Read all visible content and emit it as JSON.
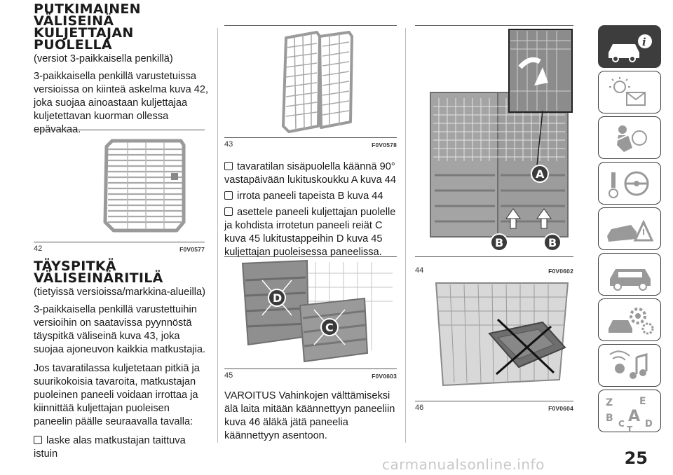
{
  "col1": {
    "heading": "PUTKIMAINEN VÄLISEINÄ KULJETTAJAN PUOLELLA",
    "subtitle": "(versiot 3-paikkaisella penkillä)",
    "para1": "3-paikkaisella penkillä varustetuissa versioissa on kiinteä askelma kuva 42, joka suojaa ainoastaan kuljettajaa kuljetettavan kuorman ollessa epävakaa.",
    "fig42": {
      "num": "42",
      "code": "F0V0577"
    },
    "heading2": "TÄYSPITKÄ VÄLISEINÄRITILÄ",
    "subtitle2": "(tietyissä versioissa/markkina-alueilla)",
    "para2": "3-paikkaisella penkillä varustettuihin versioihin on saatavissa pyynnöstä täyspitkä väliseinä kuva 43, joka suojaa ajoneuvon kaikkia matkustajia.",
    "para3": "Jos tavaratilassa kuljetetaan pitkiä ja suurikokoisia tavaroita, matkustajan puoleinen paneeli voidaan irrottaa ja kiinnittää kuljettajan puoleisen paneelin päälle seuraavalla tavalla:",
    "bullet1": "laske alas matkustajan taittuva istuin"
  },
  "col2": {
    "fig43": {
      "num": "43",
      "code": "F0V0578"
    },
    "bullet2": "tavaratilan sisäpuolella käännä 90° vastapäivään lukituskoukku A kuva 44",
    "bullet3": "irrota paneeli tapeista B kuva 44",
    "bullet4": "asettele paneeli kuljettajan puolelle ja kohdista irrotetun paneeli reiät C kuva 45 lukitustappeihin D kuva 45 kuljettajan puoleisessa paneelissa.",
    "fig45": {
      "num": "45",
      "code": "F0V0603",
      "label_d": "D",
      "label_c": "C"
    },
    "warning": "VAROITUS Vahinkojen välttämiseksi älä laita mitään käännettyyn paneeliin kuva 46 äläkä jätä paneelia käännettyyn asentoon."
  },
  "col3": {
    "fig44": {
      "num": "44",
      "code": "F0V0602",
      "label_a": "A",
      "label_b1": "B",
      "label_b2": "B"
    },
    "fig46": {
      "num": "46",
      "code": "F0V0604"
    }
  },
  "tabs": [
    {
      "icon": "car-info-icon",
      "active": true
    },
    {
      "icon": "dashboard-lights-icon",
      "active": false
    },
    {
      "icon": "airbag-safety-icon",
      "active": false
    },
    {
      "icon": "key-steering-icon",
      "active": false
    },
    {
      "icon": "breakdown-warning-icon",
      "active": false
    },
    {
      "icon": "maintenance-car-icon",
      "active": false
    },
    {
      "icon": "technical-data-gears-icon",
      "active": false
    },
    {
      "icon": "multimedia-icon",
      "active": false
    },
    {
      "icon": "alphabetical-index-icon",
      "active": false
    }
  ],
  "tab9_letters": {
    "z": "Z",
    "e": "E",
    "b": "B",
    "a": "A",
    "c": "C",
    "d": "D",
    "t": "T"
  },
  "page_number": "25",
  "watermark": "carmanualsonline.info",
  "colors": {
    "tab_active": "#3d3d3d",
    "callout": "#3a3a3a",
    "text": "#1a1a1a"
  }
}
